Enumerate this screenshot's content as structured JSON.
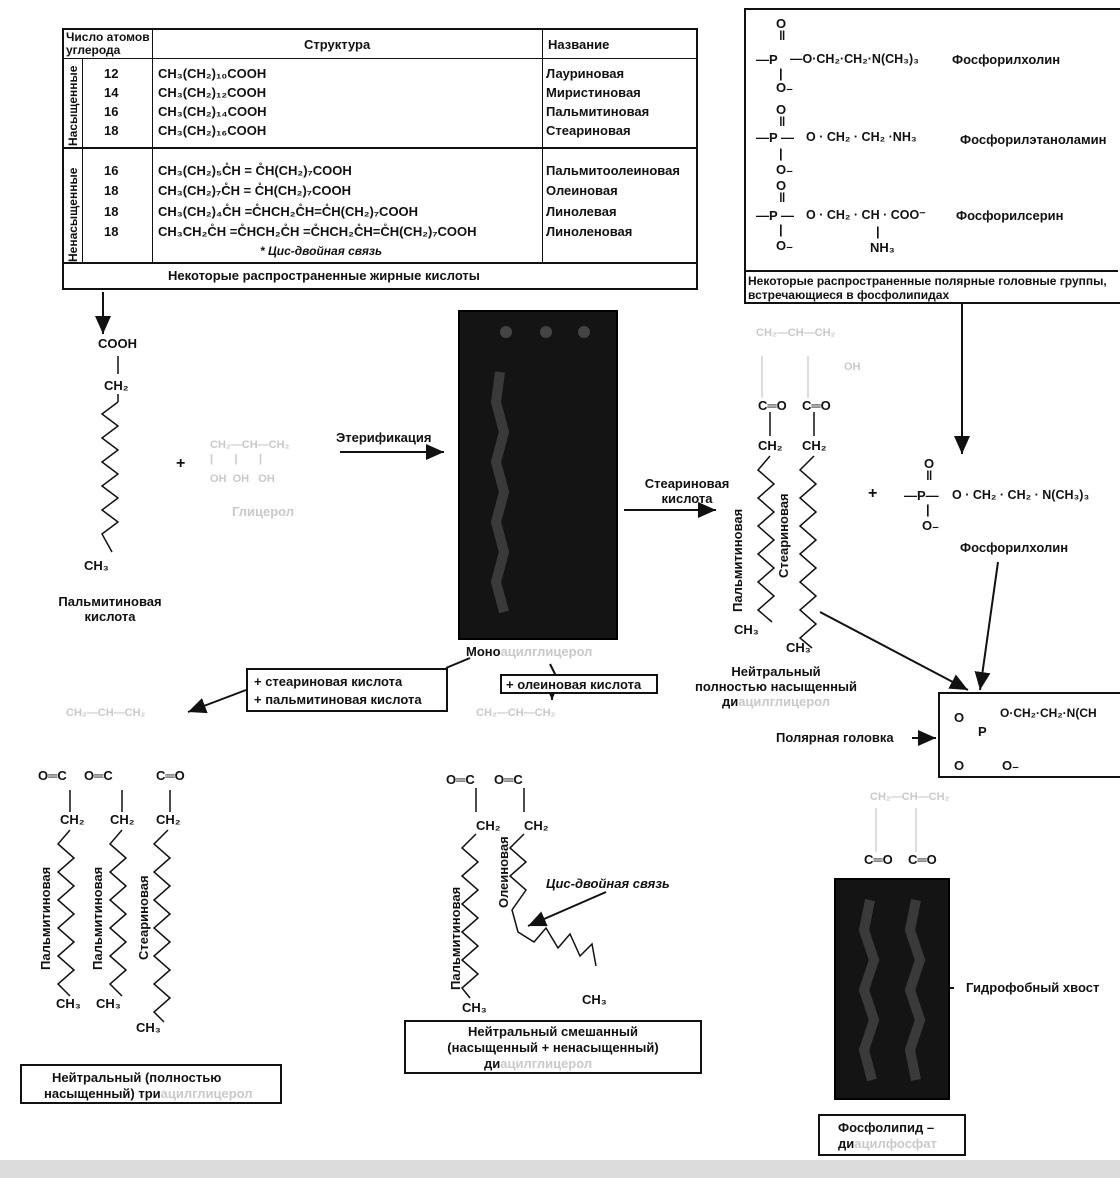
{
  "fatty_acid_table": {
    "header_carbon_count": "Число атомов углерода",
    "header_structure": "Структура",
    "header_name": "Название",
    "group_saturated": "Насыщенные",
    "group_unsaturated": "Ненасыщенные",
    "saturated_rows": [
      {
        "carbons": "12",
        "structure": "CH₃(CH₂)₁₀COOH",
        "name": "Лауриновая"
      },
      {
        "carbons": "14",
        "structure": "CH₃(CH₂)₁₂COOH",
        "name": "Миристиновая"
      },
      {
        "carbons": "16",
        "structure": "CH₃(CH₂)₁₄COOH",
        "name": "Пальмитиновая"
      },
      {
        "carbons": "18",
        "structure": "CH₃(CH₂)₁₆COOH",
        "name": "Стеариновая"
      }
    ],
    "unsaturated_rows": [
      {
        "carbons": "16",
        "structure": "CH₃(CH₂)₅C̊H = C̊H(CH₂)₇COOH",
        "name": "Пальмитоолеиновая"
      },
      {
        "carbons": "18",
        "structure": "CH₃(CH₂)₇C̊H = C̊H(CH₂)₇COOH",
        "name": "Олеиновая"
      },
      {
        "carbons": "18",
        "structure": "CH₃(CH₂)₄C̊H =C̊HCH₂C̊H=C̊H(CH₂)₇COOH",
        "name": "Линолевая"
      },
      {
        "carbons": "18",
        "structure": "CH₃CH₂C̊H =C̊HCH₂C̊H =C̊HCH₂C̊H=C̊H(CH₂)₇COOH",
        "name": "Линоленовая"
      }
    ],
    "footnote": "* Цис-двойная связь",
    "caption": "Некоторые распространенные жирные кислоты"
  },
  "polar_heads": {
    "items": [
      {
        "formula": "—O·CH₂·CH₂·N(CH₃)₃",
        "name": "Фосфорилхолин"
      },
      {
        "formula": "O · CH₂ · CH₂ ·NH₃",
        "name": "Фосфорилэтаноламин"
      },
      {
        "formula": "O · CH₂ · CH · COO⁻",
        "name": "Фосфорилсерин",
        "sub": "NH₃"
      }
    ],
    "caption": "Некоторые распространенные полярные головные группы, встречающиеся в фосфолипидах"
  },
  "palmitic": {
    "cooh": "COOH",
    "ch2": "CH₂",
    "ch3": "CH₃",
    "name": "Пальмитиновая кислота"
  },
  "glycerol": {
    "label": "Глицерол"
  },
  "esterification": {
    "label": "Этерификация"
  },
  "monoacylglycerol": {
    "label_bold": "Моно",
    "label_faint": "ацилглицерол"
  },
  "stearic_arrow": {
    "label": "Стеариновая кислота"
  },
  "diacyl": {
    "oh": "OH",
    "co1": "C═O",
    "co2": "C═O",
    "ch2": "CH₂",
    "ch3": "CH₃",
    "chain1": "Пальмитиновая",
    "chain2": "Стеариновая",
    "caption_line1": "Нейтральный",
    "caption_line2": "полностью насыщенный",
    "caption_bold": "ди",
    "caption_faint": "ацилглицерол"
  },
  "phosphorylcholine": {
    "formula": "O · CH₂ · CH₂ · N(CH₃)₃",
    "name": "Фосфорилхолин"
  },
  "polar_head_box": {
    "label": "Полярная головка",
    "formula": "O·CH₂·CH₂·N(CH"
  },
  "hydrophobic_tail": {
    "label": "Гидрофобный хвост"
  },
  "phospholipid": {
    "line1": "Фосфолипид –",
    "line2_bold": "ди",
    "line2_faint": "ацилфосфат"
  },
  "tri_branch": {
    "add1": "+ стеариновая кислота",
    "add2": "+ пальмитиновая кислота",
    "chains": [
      "Пальмитиновая",
      "Пальмитиновая",
      "Стеариновая"
    ],
    "caption_line1": "Нейтральный (полностью",
    "caption_line2_bold": "насыщенный) три",
    "caption_line2_faint": "ацилглицерол"
  },
  "oleic_branch": {
    "add": "+ олеиновая кислота",
    "chains": [
      "Пальмитиновая",
      "Олеиновая"
    ],
    "cis_label": "Цис-двойная связь",
    "caption_line1": "Нейтральный смешанный",
    "caption_line2": "(насыщенный + ненасыщенный)",
    "caption_bold": "ди",
    "caption_faint": "ацилглицерол"
  },
  "common": {
    "co": "C═O",
    "oc": "O═C",
    "ch2": "CH₂",
    "ch3": "CH₃",
    "plus": "+",
    "P": "P",
    "O": "O",
    "Ominus": "O₋"
  }
}
